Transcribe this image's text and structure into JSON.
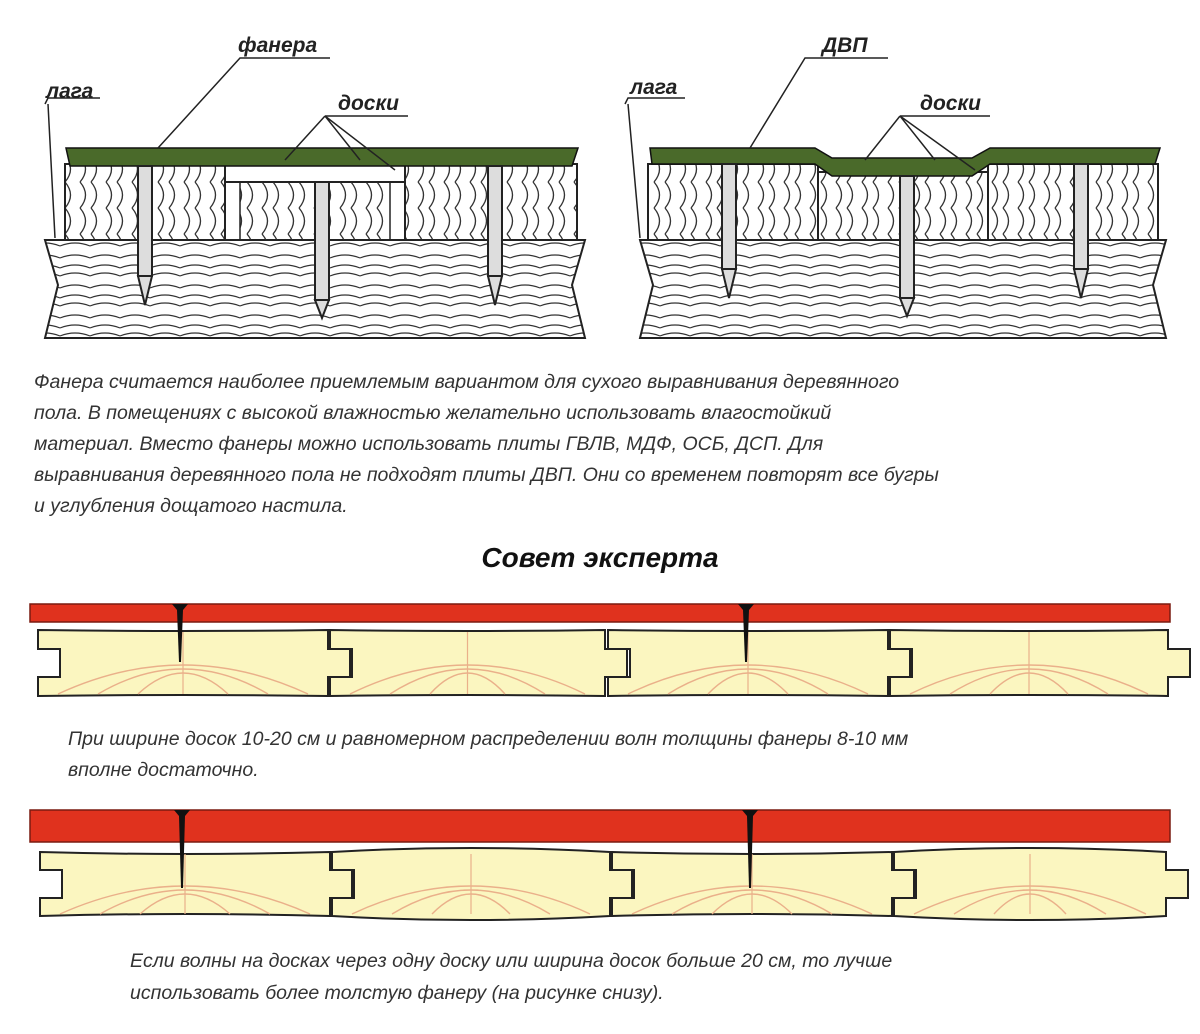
{
  "diagram_left": {
    "label_plywood": "фанера",
    "label_joist": "лага",
    "label_boards": "доски"
  },
  "diagram_right": {
    "label_hardboard": "ДВП",
    "label_joist": "лага",
    "label_boards": "доски"
  },
  "paragraph_main": [
    "Фанера считается наиболее приемлемым вариантом для сухого выравнивания деревянного",
    "пола. В помещениях с высокой влажностью желательно использовать влагостойкий",
    "материал. Вместо фанеры можно использовать плиты ГВЛВ, МДФ, ОСБ, ДСП. Для",
    "выравнивания деревянного пола не подходят плиты ДВП. Они со временем повторят все бугры",
    "и углубления дощатого настила."
  ],
  "heading": "Совет эксперта",
  "caption_thin": [
    "При ширине досок 10-20 см и равномерном распределении волн толщины фанеры 8-10 мм",
    "вполне достаточно."
  ],
  "caption_thick": [
    "Если волны на досках через одну доску или ширина досок больше 20 см, то лучше",
    "использовать более толстую фанеру (на рисунке снизу)."
  ],
  "colors": {
    "plywood_green": "#4a6a2a",
    "plywood_red": "#e0321e",
    "board_yellow": "#fbf6c0",
    "grain_orange": "#eab08a",
    "line_dark": "#222222"
  }
}
